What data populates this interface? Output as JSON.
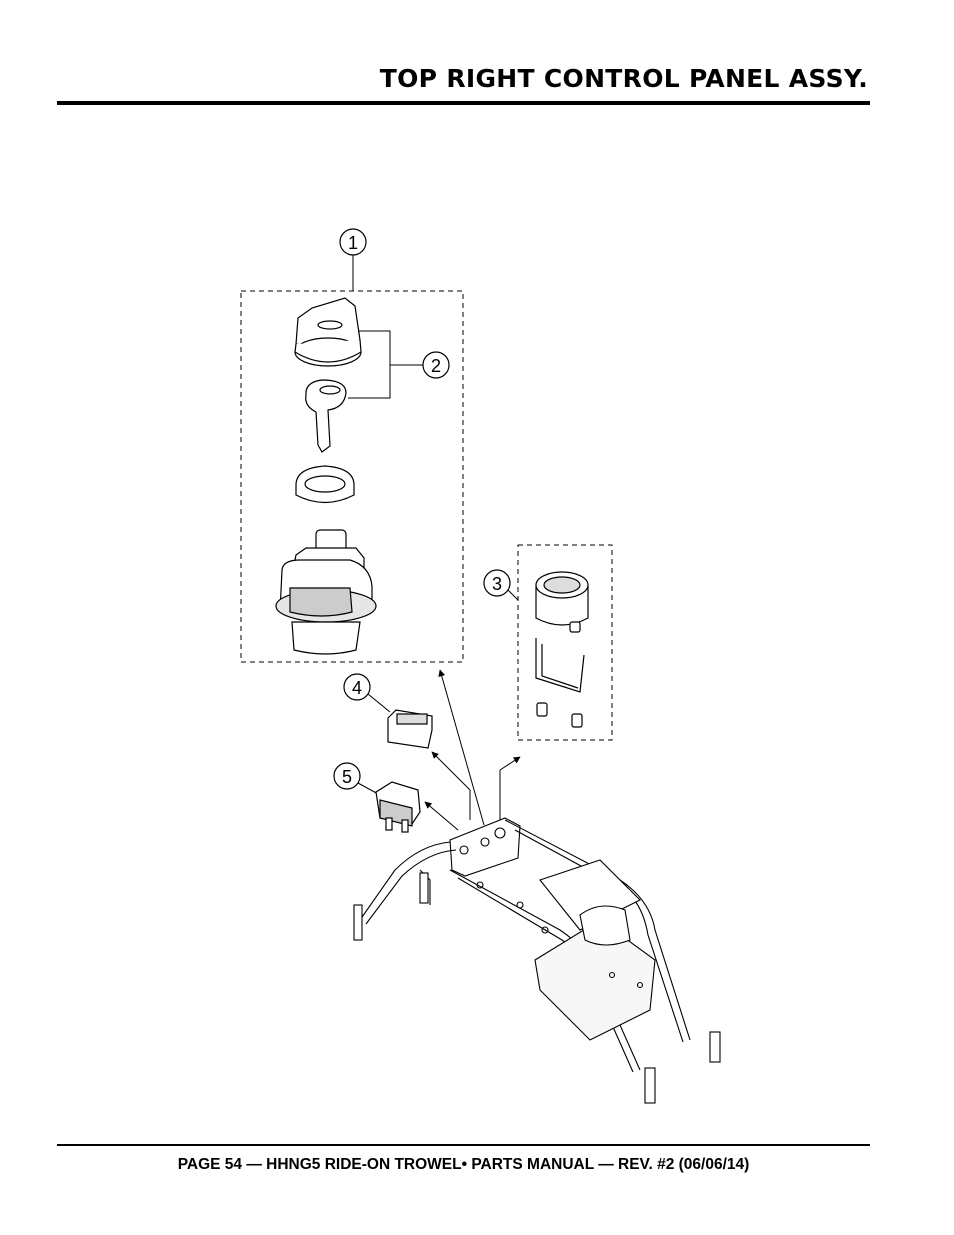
{
  "header": {
    "title": "TOP RIGHT CONTROL PANEL ASSY."
  },
  "diagram": {
    "callouts": [
      {
        "label": "1"
      },
      {
        "label": "2"
      },
      {
        "label": "3"
      },
      {
        "label": "4"
      },
      {
        "label": "5"
      }
    ]
  },
  "footer": {
    "text": "PAGE 54 — HHNG5 RIDE-ON TROWEL• PARTS MANUAL — REV. #2 (06/06/14)"
  }
}
